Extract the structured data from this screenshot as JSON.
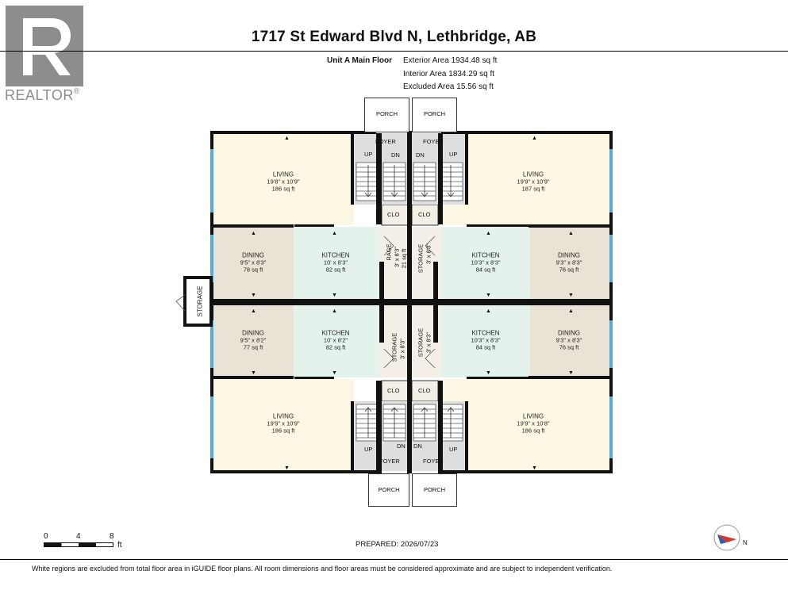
{
  "header": {
    "title": "1717 St Edward Blvd N, Lethbridge, AB",
    "floor_label": "Unit A Main Floor",
    "exterior_area": "Exterior Area 1934.48 sq ft",
    "interior_area": "Interior Area 1834.29 sq ft",
    "excluded_area": "Excluded Area 15.56 sq ft"
  },
  "logo": {
    "text": "REALTOR",
    "mark": "®"
  },
  "rooms": [
    {
      "id": "living-tl",
      "name": "LIVING",
      "dims": "19'8\" x 10'9\"",
      "area": "186 sq ft"
    },
    {
      "id": "living-tr",
      "name": "LIVING",
      "dims": "19'9\" x 10'9\"",
      "area": "187 sq ft"
    },
    {
      "id": "dining-1",
      "name": "DINING",
      "dims": "9'5\" x 8'3\"",
      "area": "78 sq ft"
    },
    {
      "id": "kitchen-1",
      "name": "KITCHEN",
      "dims": "10' x 8'3\"",
      "area": "82 sq ft"
    },
    {
      "id": "kitchen-2",
      "name": "KITCHEN",
      "dims": "10'3\" x 8'3\"",
      "area": "84 sq ft"
    },
    {
      "id": "dining-2",
      "name": "DINING",
      "dims": "9'3\" x 8'3\"",
      "area": "76 sq ft"
    },
    {
      "id": "dining-3",
      "name": "DINING",
      "dims": "9'5\" x 8'2\"",
      "area": "77 sq ft"
    },
    {
      "id": "kitchen-3",
      "name": "KITCHEN",
      "dims": "10' x 8'2\"",
      "area": "82 sq ft"
    },
    {
      "id": "kitchen-4",
      "name": "KITCHEN",
      "dims": "10'3\" x 8'3\"",
      "area": "84 sq ft"
    },
    {
      "id": "dining-4",
      "name": "DINING",
      "dims": "9'3\" x 8'3\"",
      "area": "76 sq ft"
    },
    {
      "id": "living-bl",
      "name": "LIVING",
      "dims": "19'9\" x 10'9\"",
      "area": "186 sq ft"
    },
    {
      "id": "living-br",
      "name": "LIVING",
      "dims": "19'9\" x 10'8\"",
      "area": "186 sq ft"
    }
  ],
  "small_labels": {
    "porch": "PORCH",
    "foyer": "FOYER",
    "up": "UP",
    "dn": "DN",
    "clo": "CLO",
    "storage": "STORAGE",
    "storage_1": "RAGE",
    "storage_1_dims": "3' x 8'3\"",
    "storage_1_area": "21 sq ft",
    "storage_2_dims": "3' x 8'3\"",
    "storage_3_dims": "3' x 8'3\"",
    "storage_4_dims": "3' x 8'3\""
  },
  "scale": {
    "ticks": [
      "0",
      "4",
      "8"
    ],
    "unit": "ft"
  },
  "prepared": "PREPARED: 2026/07/23",
  "compass": {
    "label": "N"
  },
  "footnote": "White regions are excluded from total floor area in iGUIDE floor plans. All room dimensions and floor areas must be considered approximate and are subject to independent verification.",
  "colors": {
    "living": "#fbf7e3",
    "dining": "#ebe2d6",
    "kitchen": "#e3f2ea",
    "stair": "#dedede",
    "window": "#5aa9d6",
    "wall": "#111111",
    "logo": "#8d8d8d"
  }
}
